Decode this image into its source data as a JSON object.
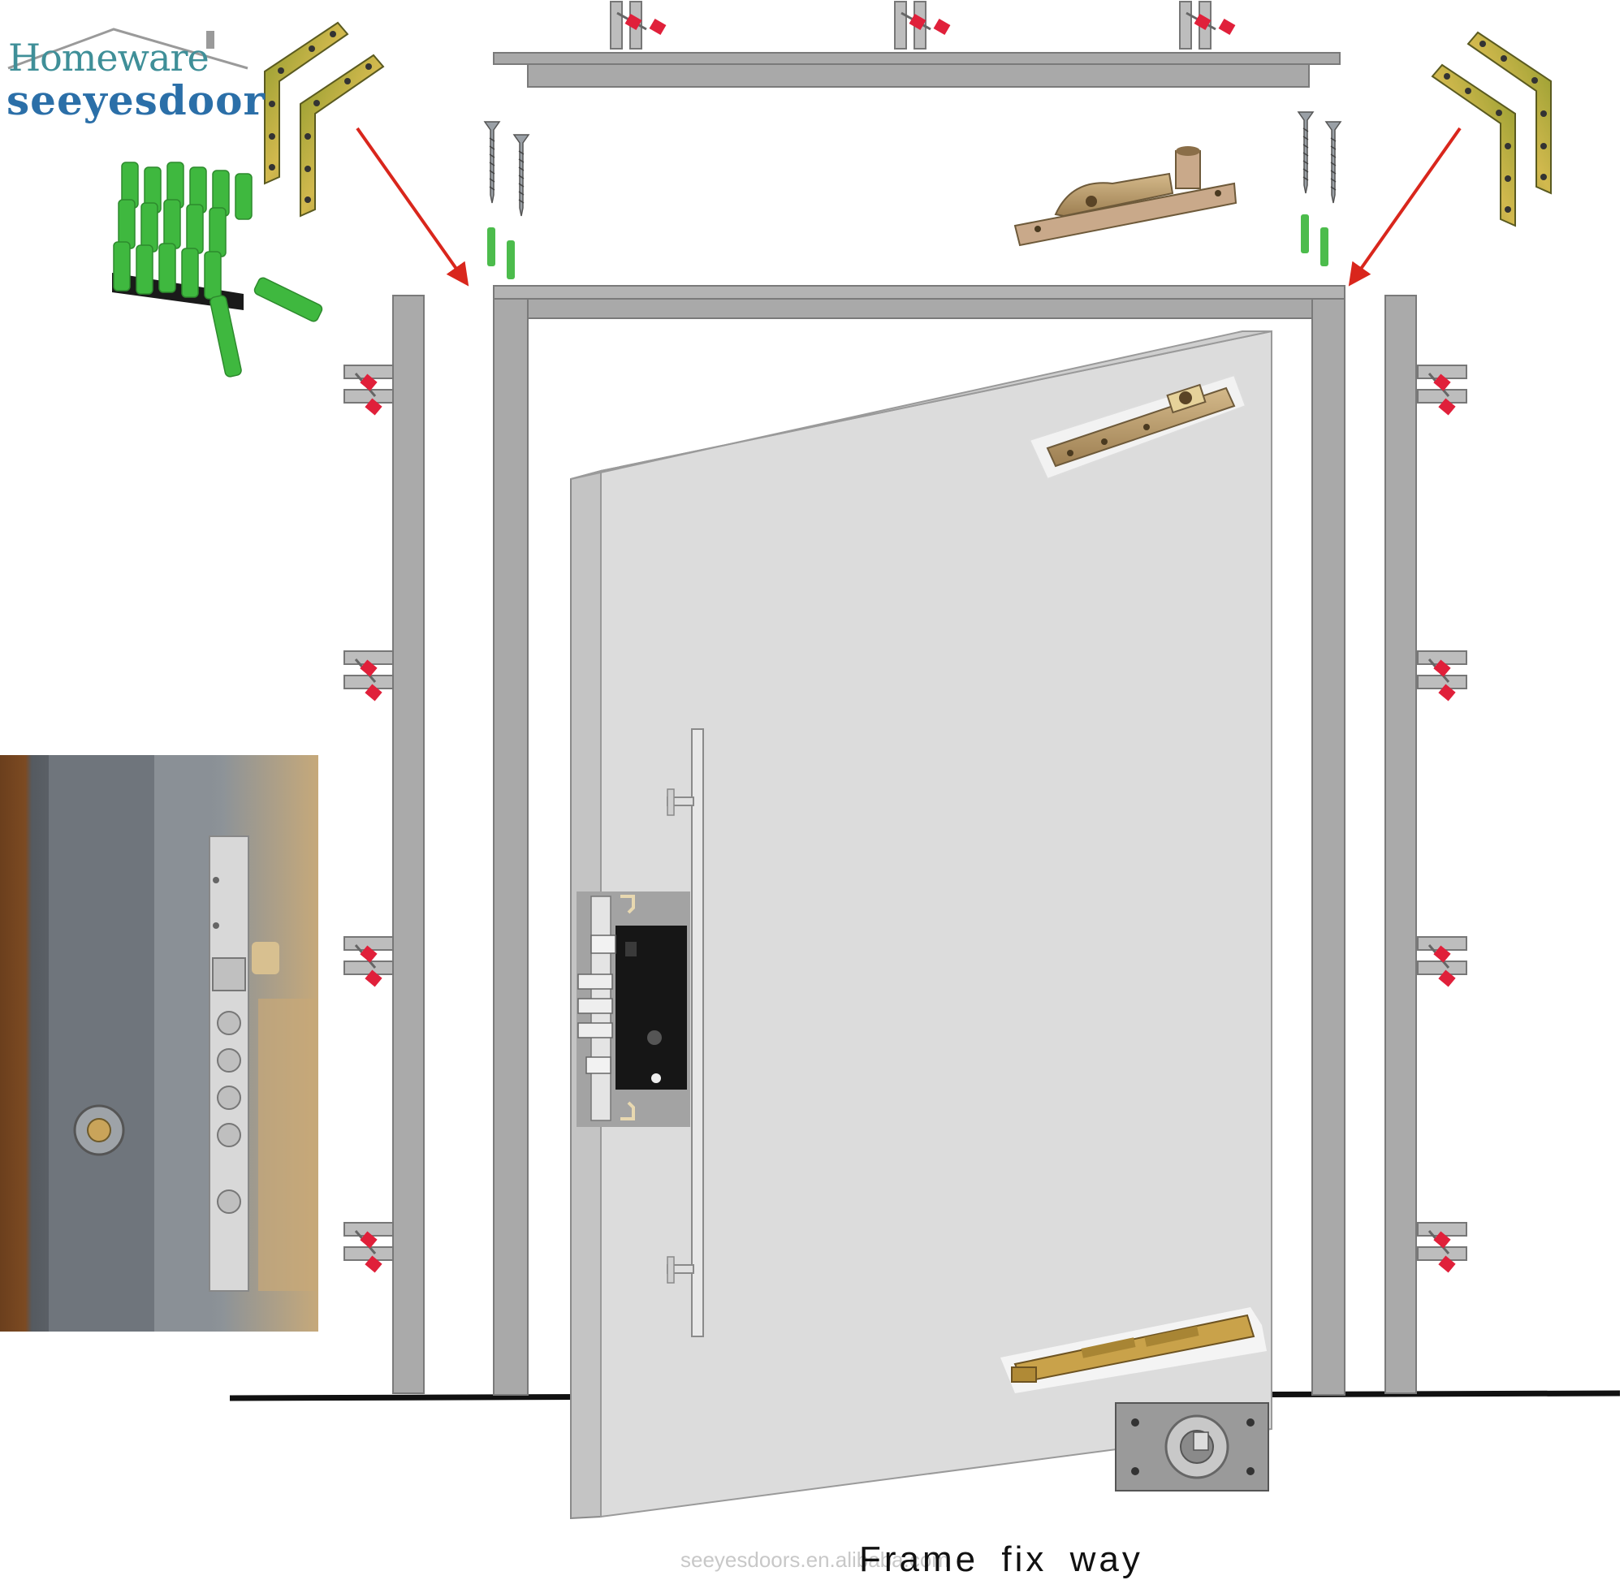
{
  "logo": {
    "line1": "Homeware",
    "line2": "seeyesdoor"
  },
  "caption": "Frame fix way",
  "watermark": "seeyesdoors.en.alibaba.com",
  "colors": {
    "frame": "#a9a9a9",
    "frame_dark": "#7a7a7a",
    "door_face": "#dcdcdc",
    "door_edge": "#c4c4c4",
    "bolt_red": "#e0203a",
    "arrow_red": "#d9261c",
    "plug_green": "#4cbc4c",
    "brass": "#b49a3a",
    "floor": "#111111"
  },
  "parts": [
    "angle-bracket",
    "plastic-wall-plug",
    "screw",
    "top-pivot-hinge",
    "bottom-pivot-hinge",
    "floor-pivot-plate",
    "mortise-lock",
    "pull-handle",
    "frame-anchor-bolt"
  ]
}
